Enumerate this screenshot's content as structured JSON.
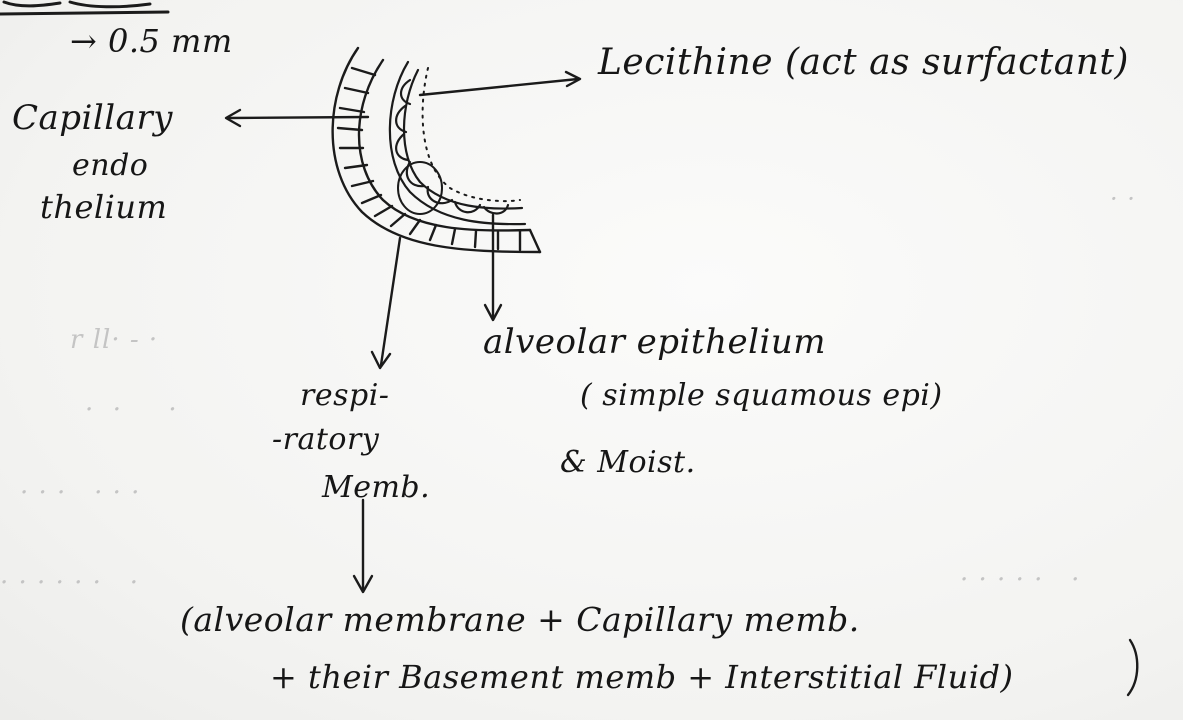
{
  "labels": {
    "scale": "→ 0.5 mm",
    "capillary_1": "Capillary",
    "capillary_2": "endo",
    "capillary_3": "thelium",
    "lecithine": "Lecithine (act as surfactant)",
    "alveolar_epi_1": "alveolar epithelium",
    "alveolar_epi_2": "( simple squamous epi)",
    "alveolar_epi_3": "& Moist.",
    "resp_1": "respi-",
    "resp_2": "-ratory",
    "resp_3": "Memb.",
    "definition_1": "(alveolar membrane + Capillary memb.",
    "definition_2": "+ their Basement memb + Interstitial Fluid)"
  }
}
